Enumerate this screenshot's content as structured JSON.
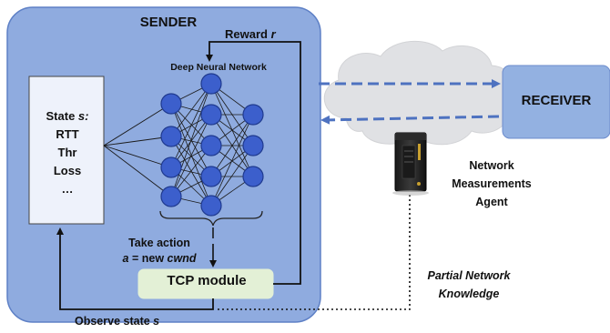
{
  "sender": {
    "title": "SENDER"
  },
  "reward": {
    "label": "Reward ",
    "symbol": "r"
  },
  "dnn": {
    "label": "Deep Neural Network"
  },
  "state_box": {
    "title_prefix": "State ",
    "title_var": "s:",
    "items": [
      "RTT",
      "Thr",
      "Loss",
      "…"
    ]
  },
  "action": {
    "line1": "Take action",
    "line2_var": "a",
    "line2_mid": " = new ",
    "line2_cwnd": "cwnd"
  },
  "tcp": {
    "label": "TCP module"
  },
  "receiver": {
    "label": "RECEIVER"
  },
  "agent": {
    "lines": [
      "Network",
      "Measurements",
      "Agent"
    ]
  },
  "partial": {
    "lines": [
      "Partial Network",
      "Knowledge"
    ]
  },
  "observe": {
    "prefix": "Observe state ",
    "var": "s"
  },
  "colors": {
    "sender_fill": "#8fabdf",
    "sender_stroke": "#5e80c6",
    "receiver_fill": "#93b1e1",
    "state_fill": "#eef2fb",
    "tcp_fill": "#e3f0d6",
    "node_fill": "#3c5fcc",
    "node_stroke": "#1f3a8f",
    "cloud_fill": "#e0e1e4",
    "dash_arrow": "#4e72c0"
  },
  "icons": [
    "server-icon",
    "cloud-shape"
  ]
}
